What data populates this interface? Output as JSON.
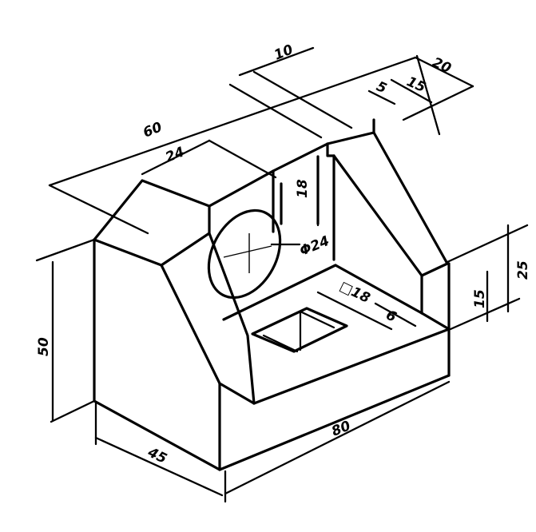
{
  "dimensions": {
    "d10": "10",
    "d20": "20",
    "d15_top": "15",
    "d5": "5",
    "d60": "60",
    "d24": "24",
    "d18": "18",
    "phi24": "Φ24",
    "d50": "50",
    "d25": "25",
    "d15_side": "15",
    "sq18": "□18",
    "d6": "6",
    "d80": "80",
    "d45": "45"
  },
  "colors": {
    "line": "#000000",
    "background": "#ffffff"
  }
}
